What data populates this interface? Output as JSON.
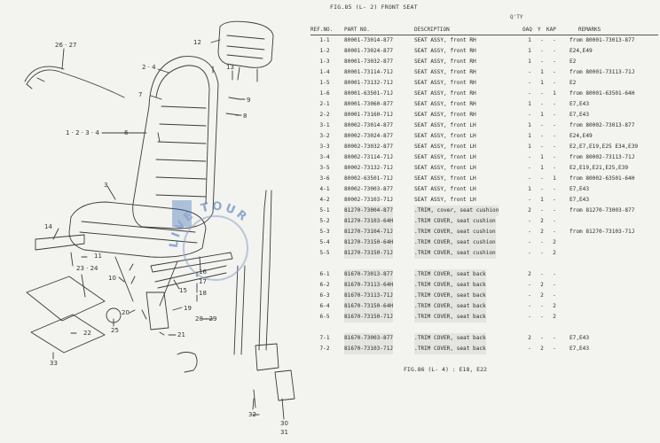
{
  "figure": {
    "title": "FIG.85 (L- 2) FRONT SEAT",
    "footer": "FIG.86 (L- 4) : E18, E22"
  },
  "columns": {
    "qty_top": "Q'TY",
    "ref": "REF.NO.",
    "part": "PART NO.",
    "desc": "DESCRIPTION",
    "oaq": "OAQ",
    "y": "Y",
    "kap": "KAP",
    "remarks": "REMARKS"
  },
  "callouts": [
    "26 · 27",
    "12",
    "2 · 4",
    "13",
    "9",
    "8",
    "7",
    "1 · 2 · 3 · 4",
    "6",
    "3",
    "14",
    "11",
    "23 · 24",
    "10",
    "15",
    "16",
    "17",
    "18",
    "19",
    "20",
    "21",
    "22",
    "25",
    "28 · 29",
    "33",
    "30",
    "31",
    "32"
  ],
  "watermark": {
    "text": "LIVE TOUR"
  },
  "rows": [
    {
      "ref": "1-1",
      "part": "80001-73014-877",
      "desc": "SEAT ASSY, front RH",
      "oaq": "1",
      "y": "-",
      "kap": "-",
      "remarks": "from 80001-73013-877"
    },
    {
      "ref": "1-2",
      "part": "80001-73024-877",
      "desc": "SEAT ASSY, front RH",
      "oaq": "1",
      "y": "-",
      "kap": "-",
      "remarks": "E24,E49"
    },
    {
      "ref": "1-3",
      "part": "80001-73032-877",
      "desc": "SEAT ASSY, front RH",
      "oaq": "1",
      "y": "-",
      "kap": "-",
      "remarks": "E2"
    },
    {
      "ref": "1-4",
      "part": "80001-73114-71J",
      "desc": "SEAT ASSY, front RH",
      "oaq": "-",
      "y": "1",
      "kap": "-",
      "remarks": "from 80001-73113-71J"
    },
    {
      "ref": "1-5",
      "part": "80001-73132-71J",
      "desc": "SEAT ASSY, front RH",
      "oaq": "-",
      "y": "1",
      "kap": "-",
      "remarks": "E2"
    },
    {
      "ref": "1-6",
      "part": "80001-63501-71J",
      "desc": "SEAT ASSY, front RH",
      "oaq": "-",
      "y": "-",
      "kap": "1",
      "remarks": "from 80001-63501-64H"
    },
    {
      "ref": "2-1",
      "part": "80001-73060-877",
      "desc": "SEAT ASSY, front RH",
      "oaq": "1",
      "y": "-",
      "kap": "-",
      "remarks": "E7,E43"
    },
    {
      "ref": "2-2",
      "part": "80001-73160-71J",
      "desc": "SEAT ASSY, front RH",
      "oaq": "-",
      "y": "1",
      "kap": "-",
      "remarks": "E7,E43"
    },
    {
      "ref": "3-1",
      "part": "80002-73014-877",
      "desc": "SEAT ASSY, front LH",
      "oaq": "1",
      "y": "-",
      "kap": "-",
      "remarks": "from 80002-73013-877"
    },
    {
      "ref": "3-2",
      "part": "80002-73024-877",
      "desc": "SEAT ASSY, front LH",
      "oaq": "1",
      "y": "-",
      "kap": "-",
      "remarks": "E24,E49"
    },
    {
      "ref": "3-3",
      "part": "80002-73032-877",
      "desc": "SEAT ASSY, front LH",
      "oaq": "1",
      "y": "-",
      "kap": "-",
      "remarks": "E2,E7,E19,E25 E34,E39"
    },
    {
      "ref": "3-4",
      "part": "80002-73114-71J",
      "desc": "SEAT ASSY, front LH",
      "oaq": "-",
      "y": "1",
      "kap": "-",
      "remarks": "from 80002-73113-71J"
    },
    {
      "ref": "3-5",
      "part": "80002-73132-71J",
      "desc": "SEAT ASSY, front LH",
      "oaq": "-",
      "y": "1",
      "kap": "-",
      "remarks": "E2,E19,E21,E25,E39"
    },
    {
      "ref": "3-6",
      "part": "80002-63501-71J",
      "desc": "SEAT ASSY, front LH",
      "oaq": "-",
      "y": "-",
      "kap": "1",
      "remarks": "from 80002-63501-64H"
    },
    {
      "ref": "4-1",
      "part": "80002-73003-877",
      "desc": "SEAT ASSY, front LH",
      "oaq": "1",
      "y": "-",
      "kap": "-",
      "remarks": "E7,E43"
    },
    {
      "ref": "4-2",
      "part": "80002-73103-71J",
      "desc": "SEAT ASSY, front LH",
      "oaq": "-",
      "y": "1",
      "kap": "-",
      "remarks": "E7,E43"
    },
    {
      "ref": "5-1",
      "part": "81270-73004-877",
      "desc": ".TRIM, cover, seat cushion",
      "oaq": "2",
      "y": "-",
      "kap": "-",
      "remarks": "from 81270-73003-877"
    },
    {
      "ref": "5-2",
      "part": "81270-73103-64H",
      "desc": ".TRIM COVER, seat cushion",
      "oaq": "-",
      "y": "2",
      "kap": "-",
      "remarks": ""
    },
    {
      "ref": "5-3",
      "part": "81270-73104-71J",
      "desc": ".TRIM COVER, seat cushion",
      "oaq": "-",
      "y": "2",
      "kap": "-",
      "remarks": "from 81270-73103-71J"
    },
    {
      "ref": "5-4",
      "part": "81270-73150-64H",
      "desc": ".TRIM COVER, seat cushion",
      "oaq": "-",
      "y": "-",
      "kap": "2",
      "remarks": ""
    },
    {
      "ref": "5-5",
      "part": "81270-73150-71J",
      "desc": ".TRIM COVER, seat cushion",
      "oaq": "-",
      "y": "-",
      "kap": "2",
      "remarks": ""
    },
    {
      "ref": "6-1",
      "part": "81670-73013-877",
      "desc": ".TRIM COVER, seat back",
      "oaq": "2",
      "y": "-",
      "kap": "-",
      "remarks": ""
    },
    {
      "ref": "6-2",
      "part": "81670-73113-64H",
      "desc": ".TRIM COVER, seat back",
      "oaq": "-",
      "y": "2",
      "kap": "-",
      "remarks": ""
    },
    {
      "ref": "6-3",
      "part": "81670-73113-71J",
      "desc": ".TRIM COVER, seat back",
      "oaq": "-",
      "y": "2",
      "kap": "-",
      "remarks": ""
    },
    {
      "ref": "6-4",
      "part": "81670-73150-64H",
      "desc": ".TRIM COVER, seat back",
      "oaq": "-",
      "y": "-",
      "kap": "2",
      "remarks": ""
    },
    {
      "ref": "6-5",
      "part": "81670-73150-71J",
      "desc": ".TRIM COVER, seat back",
      "oaq": "-",
      "y": "-",
      "kap": "2",
      "remarks": ""
    },
    {
      "ref": "7-1",
      "part": "81670-73003-877",
      "desc": ".TRIM COVER, seat back",
      "oaq": "2",
      "y": "-",
      "kap": "-",
      "remarks": "E7,E43"
    },
    {
      "ref": "7-2",
      "part": "81670-73103-71J",
      "desc": ".TRIM COVER, seat back",
      "oaq": "-",
      "y": "2",
      "kap": "-",
      "remarks": "E7,E43"
    }
  ]
}
